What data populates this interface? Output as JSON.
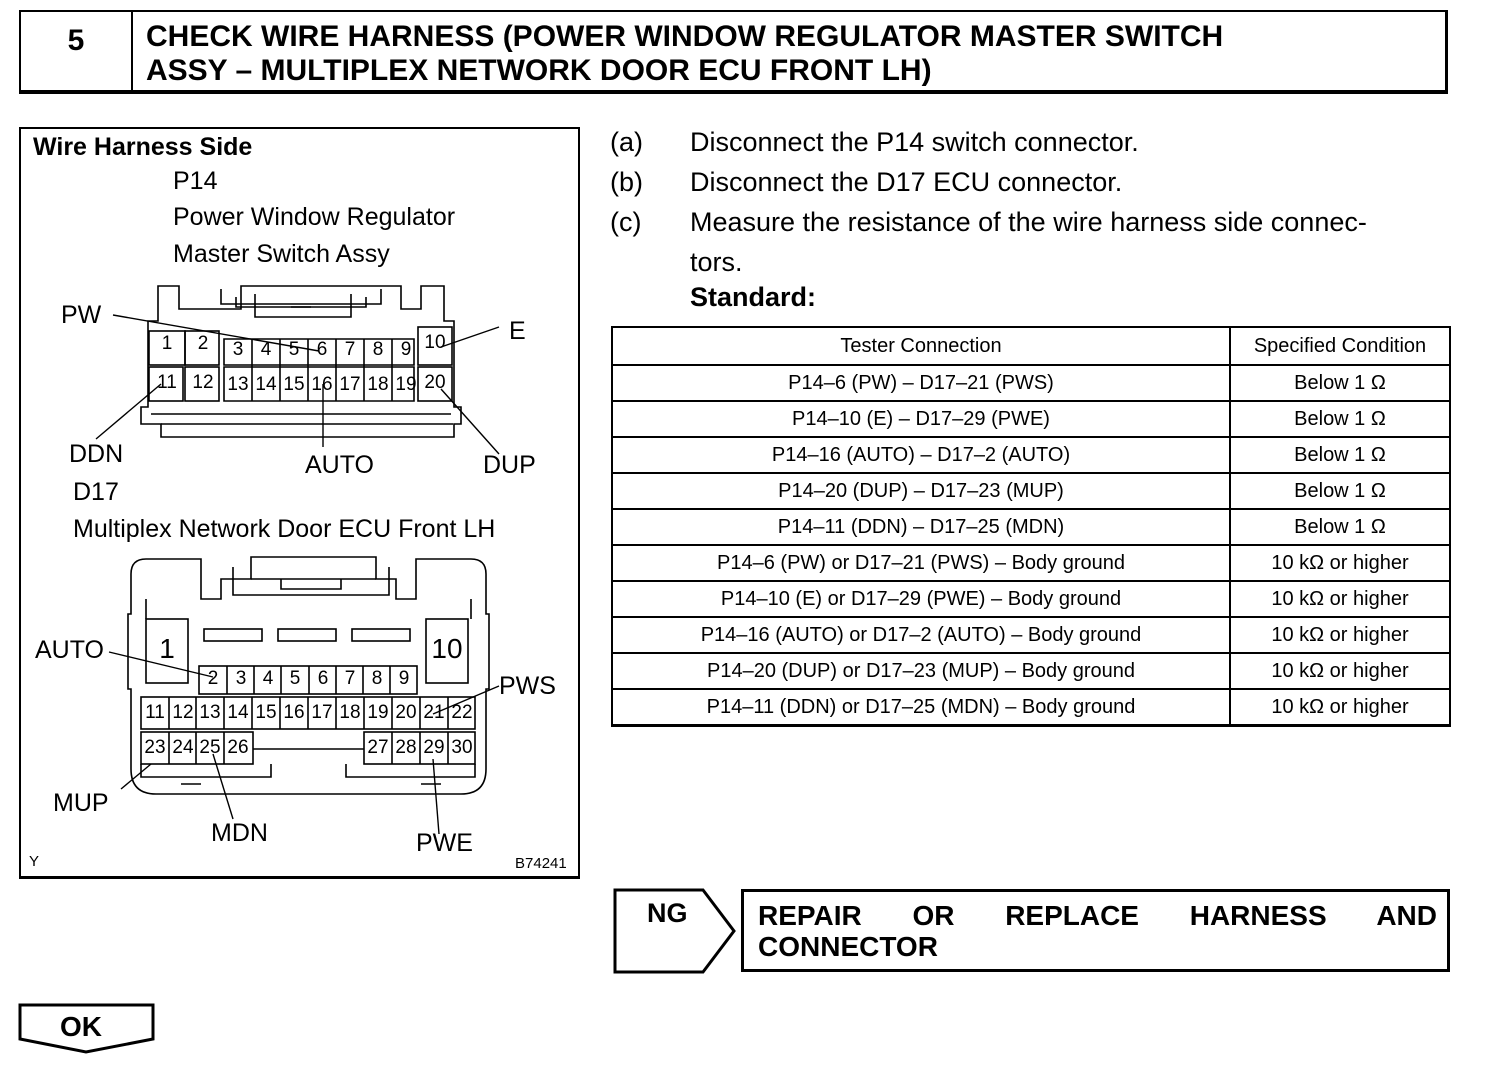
{
  "step": {
    "number": "5",
    "title_line1": "CHECK WIRE HARNESS (POWER WINDOW REGULATOR MASTER SWITCH",
    "title_line2": "ASSY – MULTIPLEX NETWORK DOOR ECU FRONT LH)"
  },
  "figure": {
    "heading": "Wire Harness Side",
    "p14_code": "P14",
    "p14_name_line1": "Power Window Regulator",
    "p14_name_line2": "Master Switch Assy",
    "d17_code": "D17",
    "d17_name": "Multiplex Network Door ECU Front LH",
    "p14_labels": {
      "pw": "PW",
      "e": "E",
      "ddn": "DDN",
      "auto": "AUTO",
      "dup": "DUP"
    },
    "p14_pins_top": [
      "1",
      "2",
      "3",
      "4",
      "5",
      "6",
      "7",
      "8",
      "9",
      "10"
    ],
    "p14_pins_bottom": [
      "11",
      "12",
      "13",
      "14",
      "15",
      "16",
      "17",
      "18",
      "19",
      "20"
    ],
    "d17_labels": {
      "auto": "AUTO",
      "pws": "PWS",
      "mup": "MUP",
      "mdn": "MDN",
      "pwe": "PWE"
    },
    "d17_big_pins": [
      "1",
      "10"
    ],
    "d17_pins_row1": [
      "2",
      "3",
      "4",
      "5",
      "6",
      "7",
      "8",
      "9"
    ],
    "d17_pins_row2": [
      "11",
      "12",
      "13",
      "14",
      "15",
      "16",
      "17",
      "18",
      "19",
      "20",
      "21",
      "22"
    ],
    "d17_pins_row3a": [
      "23",
      "24",
      "25",
      "26"
    ],
    "d17_pins_row3b": [
      "27",
      "28",
      "29",
      "30"
    ],
    "corner_left": "Y",
    "figure_code": "B74241"
  },
  "steps": [
    {
      "letter": "(a)",
      "text": "Disconnect the P14 switch connector."
    },
    {
      "letter": "(b)",
      "text": "Disconnect the D17 ECU connector."
    },
    {
      "letter": "(c)",
      "text": "Measure the resistance of the wire harness side connec-tors."
    }
  ],
  "standard_label": "Standard:",
  "table": {
    "headers": [
      "Tester Connection",
      "Specified Condition"
    ],
    "rows": [
      [
        "P14–6 (PW) – D17–21 (PWS)",
        "Below 1 Ω"
      ],
      [
        "P14–10 (E) – D17–29 (PWE)",
        "Below 1 Ω"
      ],
      [
        "P14–16 (AUTO) – D17–2 (AUTO)",
        "Below 1 Ω"
      ],
      [
        "P14–20 (DUP) – D17–23 (MUP)",
        "Below 1 Ω"
      ],
      [
        "P14–11 (DDN) – D17–25 (MDN)",
        "Below 1 Ω"
      ],
      [
        "P14–6 (PW) or D17–21 (PWS) – Body ground",
        "10 kΩ or higher"
      ],
      [
        "P14–10 (E) or D17–29 (PWE) – Body ground",
        "10 kΩ or higher"
      ],
      [
        "P14–16 (AUTO) or D17–2 (AUTO) – Body ground",
        "10 kΩ or higher"
      ],
      [
        "P14–20 (DUP) or D17–23 (MUP) – Body ground",
        "10 kΩ or higher"
      ],
      [
        "P14–11 (DDN) or D17–25 (MDN) – Body ground",
        "10 kΩ or higher"
      ]
    ]
  },
  "ng": {
    "label": "NG",
    "text_line1": "REPAIR OR REPLACE HARNESS AND",
    "text_line2": "CONNECTOR"
  },
  "ok": {
    "label": "OK"
  }
}
